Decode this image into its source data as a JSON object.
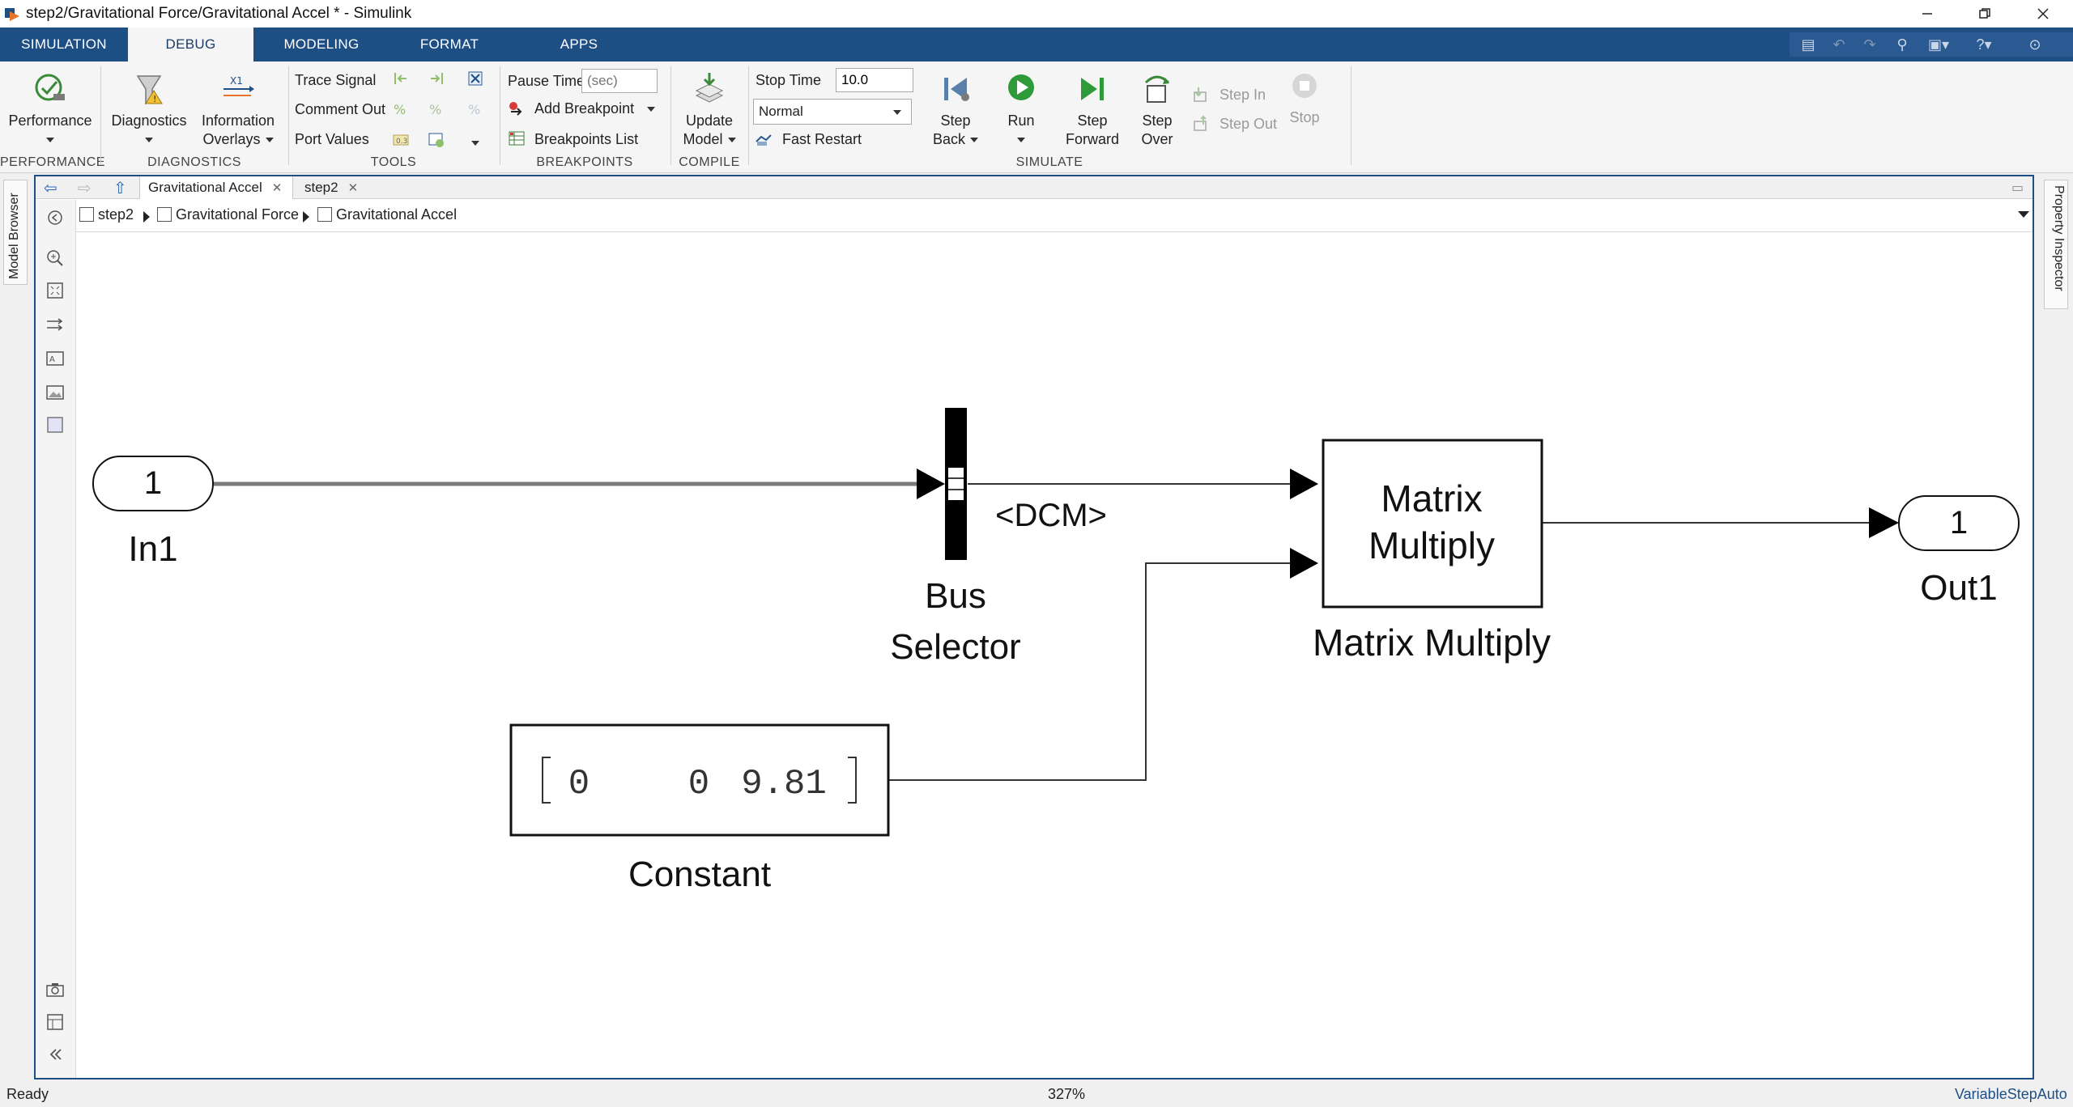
{
  "window": {
    "title": "step2/Gravitational Force/Gravitational Accel * - Simulink",
    "controls": [
      "minimize",
      "restore",
      "close"
    ]
  },
  "tabs": [
    {
      "label": "SIMULATION",
      "active": false
    },
    {
      "label": "DEBUG",
      "active": true
    },
    {
      "label": "MODELING",
      "active": false
    },
    {
      "label": "FORMAT",
      "active": false
    },
    {
      "label": "APPS",
      "active": false
    }
  ],
  "quick_access": [
    "save-icon",
    "undo-icon",
    "redo-icon",
    "search-icon",
    "window-icon",
    "help-icon",
    "collapse-icon"
  ],
  "ribbon": {
    "performance": {
      "button": "Performance",
      "group": "PERFORMANCE"
    },
    "diagnostics": {
      "button": "Diagnostics",
      "info_line1": "Information",
      "info_line2": "Overlays",
      "group": "DIAGNOSTICS"
    },
    "tools": {
      "trace_signal": "Trace Signal",
      "comment_out": "Comment Out",
      "port_values": "Port Values",
      "group": "TOOLS"
    },
    "breakpoints": {
      "pause_time_label": "Pause Time",
      "pause_time_placeholder": "(sec)",
      "add_breakpoint": "Add Breakpoint",
      "breakpoints_list": "Breakpoints List",
      "group": "BREAKPOINTS"
    },
    "compile": {
      "line1": "Update",
      "line2": "Model",
      "group": "COMPILE"
    },
    "simulate": {
      "stop_time_label": "Stop Time",
      "stop_time_value": "10.0",
      "mode_value": "Normal",
      "fast_restart": "Fast Restart",
      "step_back_1": "Step",
      "step_back_2": "Back",
      "run": "Run",
      "step_forward_1": "Step",
      "step_forward_2": "Forward",
      "step_over_1": "Step",
      "step_over_2": "Over",
      "step_in": "Step In",
      "step_out": "Step Out",
      "stop": "Stop",
      "group": "SIMULATE"
    }
  },
  "side_tabs": {
    "left": "Model Browser",
    "right": "Property Inspector"
  },
  "doc_tabs": [
    {
      "label": "Gravitational Accel",
      "active": true
    },
    {
      "label": "step2",
      "active": false
    }
  ],
  "breadcrumb": [
    "step2",
    "Gravitational Force",
    "Gravitational Accel"
  ],
  "diagram": {
    "in1": {
      "port": "1",
      "name": "In1"
    },
    "bus_selector": {
      "name_line1": "Bus",
      "name_line2": "Selector",
      "signal": "<DCM>"
    },
    "matrix_multiply": {
      "text_line1": "Matrix",
      "text_line2": "Multiply",
      "name": "Matrix Multiply"
    },
    "constant": {
      "values": [
        "0",
        "0",
        "9.81"
      ],
      "name": "Constant"
    },
    "out1": {
      "port": "1",
      "name": "Out1"
    }
  },
  "status": {
    "left": "Ready",
    "zoom": "327%",
    "solver": "VariableStepAuto"
  },
  "colors": {
    "tab_bar": "#1d4f85",
    "editor_border": "#1d4f85",
    "run_green": "#2e9a3a"
  }
}
